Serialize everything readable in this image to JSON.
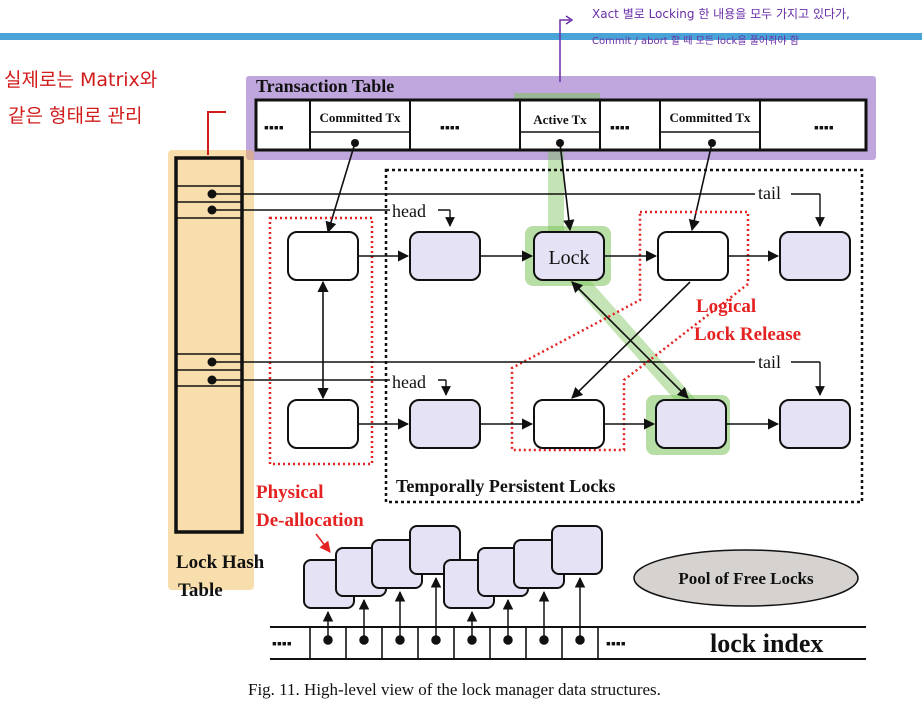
{
  "colors": {
    "top_band": "#4aa3d6",
    "purple_highlight": "#8a5cc0",
    "green_highlight": "#7cc35a",
    "orange_highlight": "#f2b54a",
    "red_text": "#e52222",
    "handwriting": "#d21b1b",
    "handwriting_purple": "#6a2ea8",
    "lock_fill": "#e4e2f4",
    "pool_fill": "#d6d2d0"
  },
  "transaction_table": {
    "title": "Transaction Table",
    "dots": "▪▪▪▪",
    "cells": [
      "Committed Tx",
      "Active Tx",
      "Committed Tx"
    ]
  },
  "lock_list": {
    "head_label": "head",
    "tail_label": "tail",
    "lock_label": "Lock"
  },
  "labels": {
    "logical_release_line1": "Logical",
    "logical_release_line2": "Lock Release",
    "physical_line1": "Physical",
    "physical_line2": "De-allocation",
    "temporally_persistent": "Temporally Persistent Locks",
    "lock_hash_line1": "Lock Hash",
    "lock_hash_line2": "Table",
    "pool": "Pool of Free Locks",
    "lock_index": "lock index",
    "caption": "Fig. 11.   High-level view of the lock manager data structures."
  },
  "annotations": {
    "left_note_line1": "실제로는 Matrix와",
    "left_note_line2": "같은 형태로 관리",
    "top_note_line1": "Xact 별로 Locking 한 내용을 모두 가지고 있다가,",
    "top_note_line2": "Commit / abort 할 때 모든 lock을 풀어줘야 함"
  }
}
